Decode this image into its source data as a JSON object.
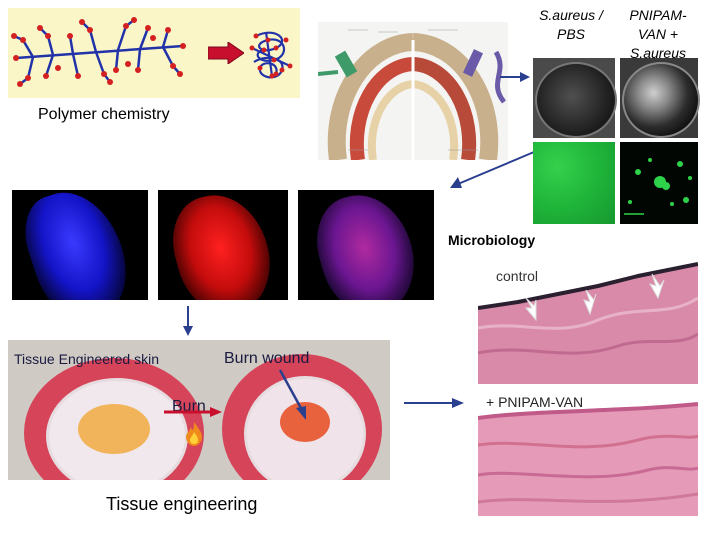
{
  "labels": {
    "polymer_chemistry": "Polymer chemistry",
    "microbiology": "Microbiology",
    "tissue_engineering": "Tissue engineering",
    "saureus_pbs": "S.aureus / PBS",
    "pnipam_van_saureus": "PNIPAM-VAN + S.aureus",
    "control": "control",
    "pnipam_van": "+ PNIPAM-VAN",
    "tissue_engineered_skin": "Tissue Engineered skin",
    "burn_wound": "Burn wound",
    "burn": "Burn"
  },
  "colors": {
    "accent_red": "#c8102e",
    "arrow_blue": "#2b3f8f",
    "polymer_panel": "#fbf6c8",
    "polymer_chain": "#2233aa",
    "polymer_bead": "#d42020",
    "stain_pink": "#d98aa8",
    "fluor_green": "#1fb53a"
  },
  "icons": {
    "polymer_arrow": "red-block-arrow",
    "burn": "flame-icon"
  }
}
